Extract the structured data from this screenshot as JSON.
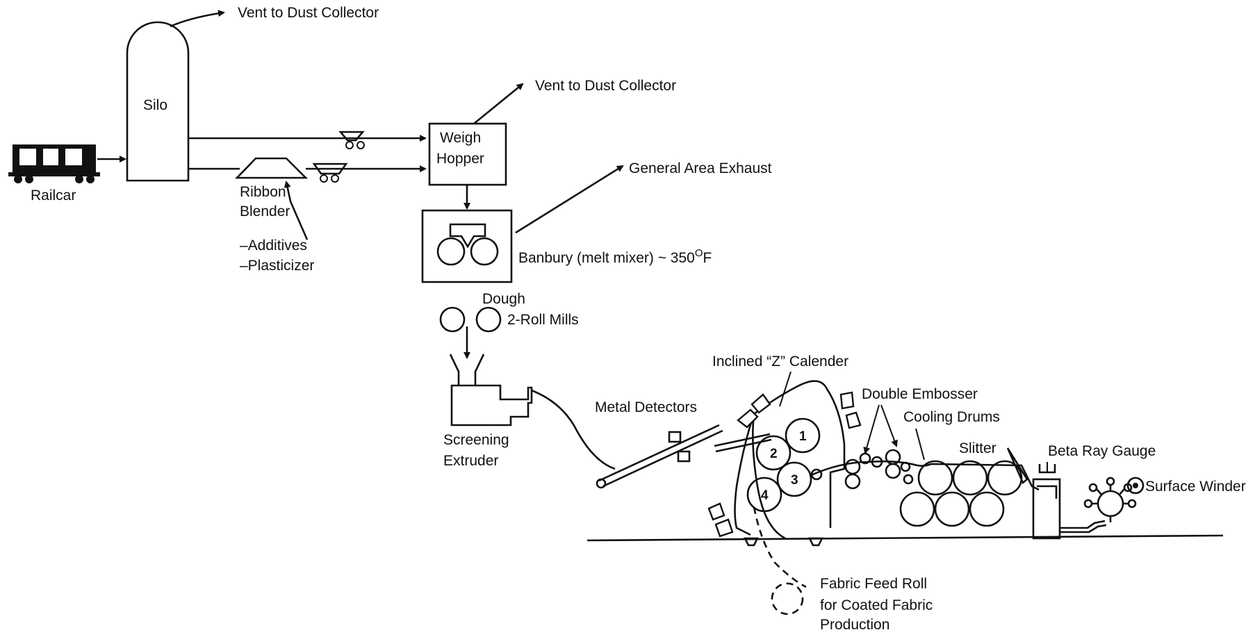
{
  "labels": {
    "vent_top": "Vent to Dust Collector",
    "silo": "Silo",
    "railcar": "Railcar",
    "vent_hopper": "Vent to Dust Collector",
    "weigh": "Weigh",
    "hopper": "Hopper",
    "general_exhaust": "General Area Exhaust",
    "ribbon": "Ribbon",
    "blender": "Blender",
    "additives": "–Additives",
    "plasticizer": "–Plasticizer",
    "banbury": "Banbury (melt mixer) ~ 350",
    "banbury_deg": "O",
    "banbury_unit": "F",
    "dough": "Dough",
    "two_roll": "2-Roll Mills",
    "screening": "Screening",
    "extruder": "Extruder",
    "calender": "Inclined “Z” Calender",
    "metal_detectors": "Metal Detectors",
    "double_embosser": "Double Embosser",
    "cooling_drums": "Cooling Drums",
    "slitter": "Slitter",
    "beta_ray": "Beta Ray Gauge",
    "surface_winder": "Surface Winder",
    "fabric1": "Fabric Feed Roll",
    "fabric2": "for Coated Fabric",
    "fabric3": "Production"
  },
  "roll_numbers": [
    "1",
    "2",
    "3",
    "4"
  ],
  "icons": [
    "railcar-icon",
    "silo-icon",
    "ribbon-blender-icon",
    "weigh-hopper-icon",
    "banbury-mixer-icon",
    "two-roll-mill-icon",
    "screening-extruder-icon",
    "metal-detector-icon",
    "z-calender-icon",
    "double-embosser-icon",
    "cooling-drums-icon",
    "slitter-icon",
    "beta-ray-gauge-icon",
    "surface-winder-icon",
    "fabric-feed-roll-icon"
  ]
}
